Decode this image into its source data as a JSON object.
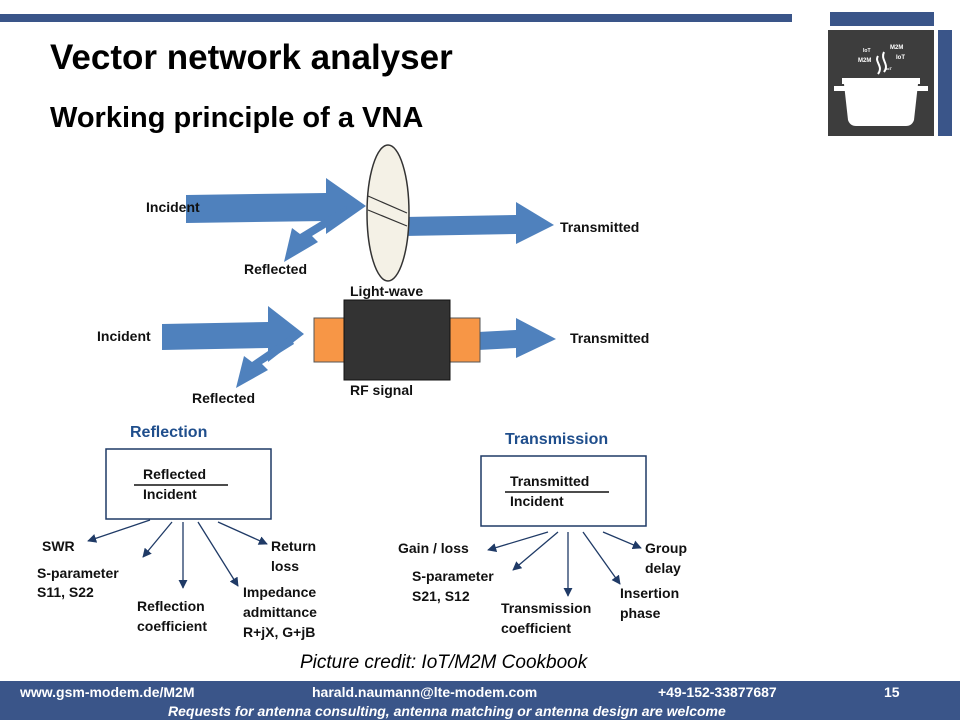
{
  "title": "Vector network analyser",
  "subtitle": "Working principle of a VNA",
  "logo": {
    "labels": [
      "IoT",
      "M2M",
      "M2M",
      "IoT",
      "IoT"
    ]
  },
  "diagram": {
    "light": {
      "incident": "Incident",
      "reflected": "Reflected",
      "transmitted": "Transmitted",
      "medium": "Light-wave"
    },
    "rf": {
      "incident": "Incident",
      "reflected": "Reflected",
      "transmitted": "Transmitted",
      "medium": "RF signal"
    },
    "reflection": {
      "heading": "Reflection",
      "numerator": "Reflected",
      "denominator": "Incident",
      "outputs": {
        "swr": "SWR",
        "sparam1": "S-parameter",
        "sparam2": "S11, S22",
        "coef1": "Reflection",
        "coef2": "coefficient",
        "imp1": "Impedance",
        "imp2": "admittance",
        "imp3": "R+jX, G+jB",
        "rl1": "Return",
        "rl2": "loss"
      }
    },
    "transmission": {
      "heading": "Transmission",
      "numerator": "Transmitted",
      "denominator": "Incident",
      "outputs": {
        "gain": "Gain / loss",
        "sparam1": "S-parameter",
        "sparam2": "S21, S12",
        "coef1": "Transmission",
        "coef2": "coefficient",
        "ins1": "Insertion",
        "ins2": "phase",
        "gd1": "Group",
        "gd2": "delay"
      }
    }
  },
  "credit": "Picture credit: IoT/M2M  Cookbook",
  "footer": {
    "url": "www.gsm-modem.de/M2M",
    "email": "harald.naumann@lte-modem.com",
    "phone": "+49-152-33877687",
    "page": "15",
    "note": "Requests for antenna consulting,  antenna matching  or antenna design  are welcome"
  },
  "colors": {
    "brand": "#3a5589",
    "arrow": "#4f81bd",
    "rf_block": "#333333",
    "rf_connector": "#f79646",
    "heading": "#1f4e8c"
  }
}
